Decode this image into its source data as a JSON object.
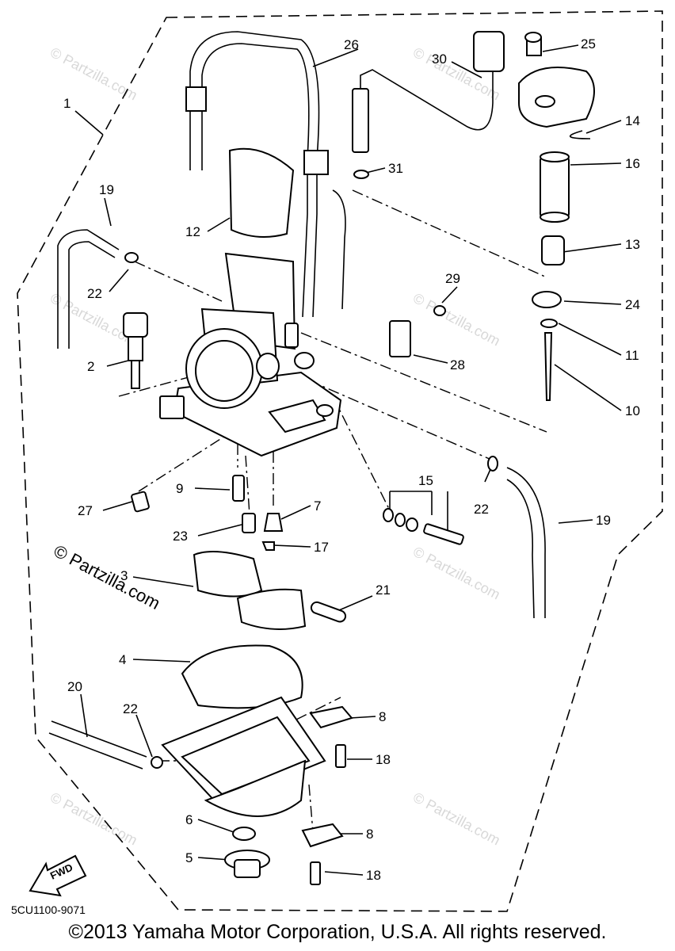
{
  "diagram": {
    "code": "5CU1100-9071",
    "copyright": "©2013 Yamaha Motor Corporation, U.S.A. All rights reserved.",
    "watermark": "© Partzilla.com",
    "fwd_label": "FWD",
    "callouts": [
      "1",
      "26",
      "30",
      "25",
      "14",
      "16",
      "13",
      "24",
      "11",
      "10",
      "31",
      "12",
      "19",
      "22",
      "2",
      "29",
      "28",
      "9",
      "27",
      "7",
      "23",
      "17",
      "15",
      "22",
      "19",
      "3",
      "21",
      "4",
      "20",
      "22",
      "8",
      "18",
      "6",
      "8",
      "5",
      "18"
    ]
  }
}
